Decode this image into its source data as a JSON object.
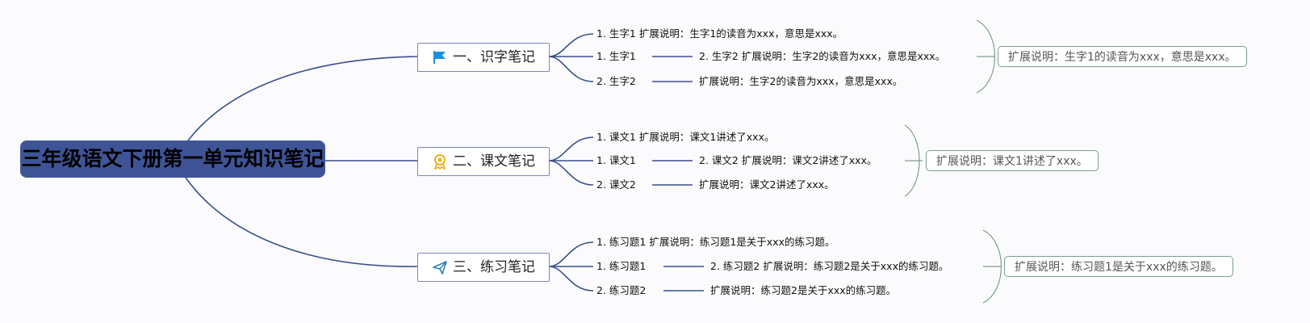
{
  "root": {
    "title": "三年级语文下册第一单元知识笔记"
  },
  "branches": [
    {
      "label": "一、识字笔记",
      "icon": "flag-icon",
      "row1": "1. 生字1 扩展说明：生字1的读音为xxx，意思是xxx。",
      "row2_left": "1. 生字1",
      "row2_right": "2. 生字2 扩展说明：生字2的读音为xxx，意思是xxx。",
      "row3_left": "2. 生字2",
      "row3_right": "扩展说明：生字2的读音为xxx，意思是xxx。",
      "summary": "扩展说明：生字1的读音为xxx，意思是xxx。"
    },
    {
      "label": "二、课文笔记",
      "icon": "award-icon",
      "row1": "1. 课文1 扩展说明：课文1讲述了xxx。",
      "row2_left": "1. 课文1",
      "row2_right": "2. 课文2 扩展说明：课文2讲述了xxx。",
      "row3_left": "2. 课文2",
      "row3_right": "扩展说明：课文2讲述了xxx。",
      "summary": "扩展说明：课文1讲述了xxx。"
    },
    {
      "label": "三、练习笔记",
      "icon": "paper-plane-icon",
      "row1": "1. 练习题1 扩展说明：练习题1是关于xxx的练习题。",
      "row2_left": "1. 练习题1",
      "row2_right": "2. 练习题2 扩展说明：练习题2是关于xxx的练习题。",
      "row3_left": "2. 练习题2",
      "row3_right": "扩展说明：练习题2是关于xxx的练习题。",
      "summary": "扩展说明：练习题1是关于xxx的练习题。"
    }
  ],
  "colors": {
    "root_fill": "#3f5497",
    "wire": "#3a4f8a",
    "bracket": "#7a9e8a",
    "flag": "#1f8fe0",
    "award": "#e8b21a",
    "plane": "#2a7fbf"
  }
}
